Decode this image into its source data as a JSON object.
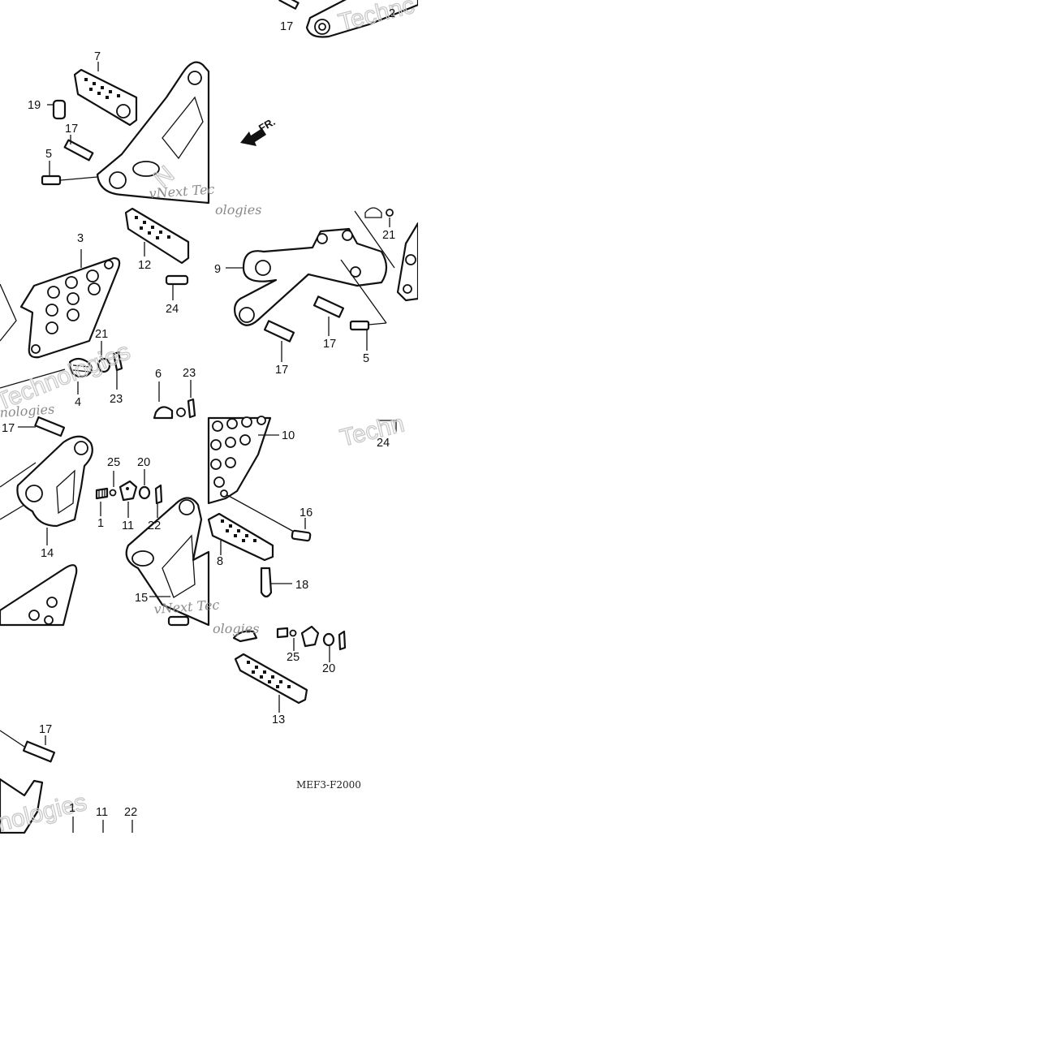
{
  "callouts": [
    {
      "id": "c17a",
      "label": "17"
    },
    {
      "id": "c2a",
      "label": "2"
    },
    {
      "id": "c7",
      "label": "7"
    },
    {
      "id": "c19",
      "label": "19"
    },
    {
      "id": "c17b",
      "label": "17"
    },
    {
      "id": "c5a",
      "label": "5"
    },
    {
      "id": "c3",
      "label": "3"
    },
    {
      "id": "c12",
      "label": "12"
    },
    {
      "id": "c24a",
      "label": "24"
    },
    {
      "id": "c21a",
      "label": "21"
    },
    {
      "id": "c4",
      "label": "4"
    },
    {
      "id": "c23a",
      "label": "23"
    },
    {
      "id": "c6",
      "label": "6"
    },
    {
      "id": "c23b",
      "label": "23"
    },
    {
      "id": "c21b",
      "label": "21"
    },
    {
      "id": "c9",
      "label": "9"
    },
    {
      "id": "c17c",
      "label": "17"
    },
    {
      "id": "c17d",
      "label": "17"
    },
    {
      "id": "c5b",
      "label": "5"
    },
    {
      "id": "c17e",
      "label": "17"
    },
    {
      "id": "c25a",
      "label": "25"
    },
    {
      "id": "c20a",
      "label": "20"
    },
    {
      "id": "c1a",
      "label": "1"
    },
    {
      "id": "c11a",
      "label": "11"
    },
    {
      "id": "c22a",
      "label": "22"
    },
    {
      "id": "c14",
      "label": "14"
    },
    {
      "id": "c15",
      "label": "15"
    },
    {
      "id": "c10",
      "label": "10"
    },
    {
      "id": "c24b",
      "label": "24"
    },
    {
      "id": "c16",
      "label": "16"
    },
    {
      "id": "c8",
      "label": "8"
    },
    {
      "id": "c18",
      "label": "18"
    },
    {
      "id": "c25b",
      "label": "25"
    },
    {
      "id": "c20b",
      "label": "20"
    },
    {
      "id": "c13",
      "label": "13"
    },
    {
      "id": "c17f",
      "label": "17"
    },
    {
      "id": "c1b",
      "label": "1"
    },
    {
      "id": "c11b",
      "label": "11"
    },
    {
      "id": "c22b",
      "label": "22"
    }
  ],
  "direction_marker": "FR.",
  "diagram_code": "MEF3-F2000",
  "watermarks": {
    "vnext": "vNext",
    "tech_short": "Tec",
    "technologies": "Technologies",
    "technologies_tail": "nologies",
    "ologies": "ologies",
    "techn": "Techn",
    "technc": "Technc"
  },
  "colors": {
    "line": "#111111",
    "background": "#ffffff",
    "watermark": "#8a8a8a"
  }
}
